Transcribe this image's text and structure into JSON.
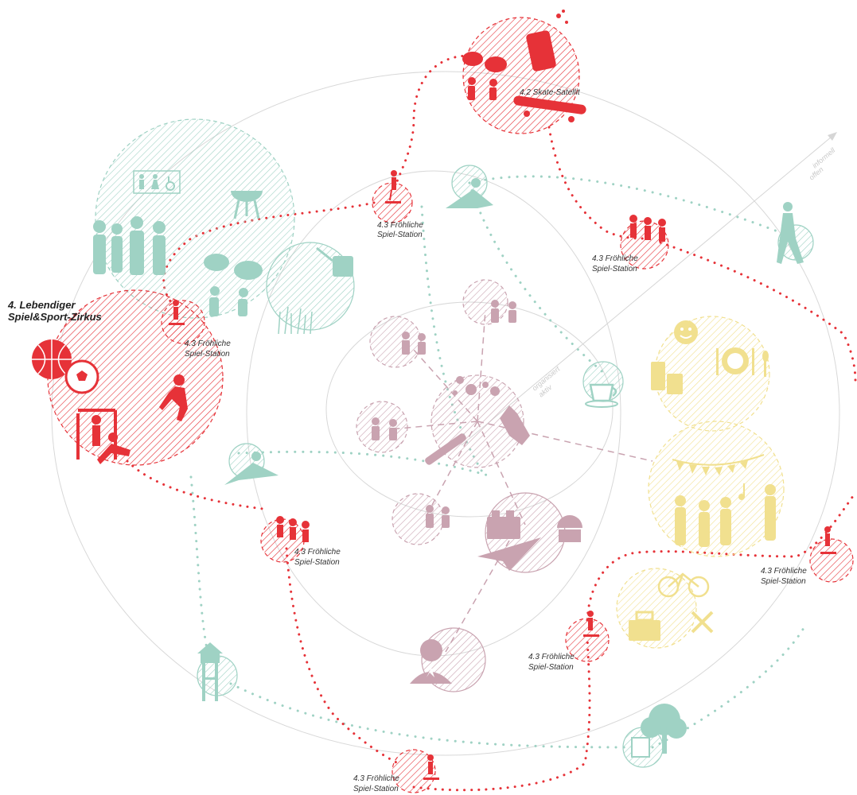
{
  "zone_title": {
    "line1": "4. Lebendiger",
    "line2": "Spiel&Sport-Zirkus"
  },
  "satellite": {
    "label": "4.2 Skate-Satellit"
  },
  "stations": [
    {
      "line1": "4.3 Fröhliche",
      "line2": "Spiel-Station"
    },
    {
      "line1": "4.3 Fröhliche",
      "line2": "Spiel-Station"
    },
    {
      "line1": "4.3 Fröhliche",
      "line2": "Spiel-Station"
    },
    {
      "line1": "4.3 Fröhliche",
      "line2": "Spiel-Station"
    },
    {
      "line1": "4.3 Fröhliche",
      "line2": "Spiel-Station"
    },
    {
      "line1": "4.3 Fröhliche",
      "line2": "Spiel-Station"
    },
    {
      "line1": "4.3 Fröhliche",
      "line2": "Spiel-Station"
    }
  ],
  "axis": {
    "outer_1": "informell",
    "outer_2": "offen",
    "inner_1": "organisiert",
    "inner_2": "aktiv"
  },
  "colors": {
    "red": "#e63238",
    "mint": "#9fd2c4",
    "mauve": "#c9a3b0",
    "yellow": "#f1e08f",
    "grey": "#cfcfcf"
  },
  "icons": [
    "basketball-icon",
    "soccer-ball-icon",
    "climber-icon",
    "pullup-bar-icon",
    "spray-can-icon",
    "skateboard-icon",
    "speech-bubbles-icon",
    "toilet-icon",
    "wheelchair-icon",
    "grill-icon",
    "watering-can-icon",
    "coffee-cup-icon",
    "smiley-icon",
    "plate-cutlery-icon",
    "bunting-icon",
    "dancers-icon",
    "bicycle-icon",
    "toolbox-icon",
    "lookout-tower-icon",
    "tree-icon",
    "lego-brick-icon",
    "paper-plane-icon",
    "person-avatar-icon",
    "hand-icon"
  ]
}
